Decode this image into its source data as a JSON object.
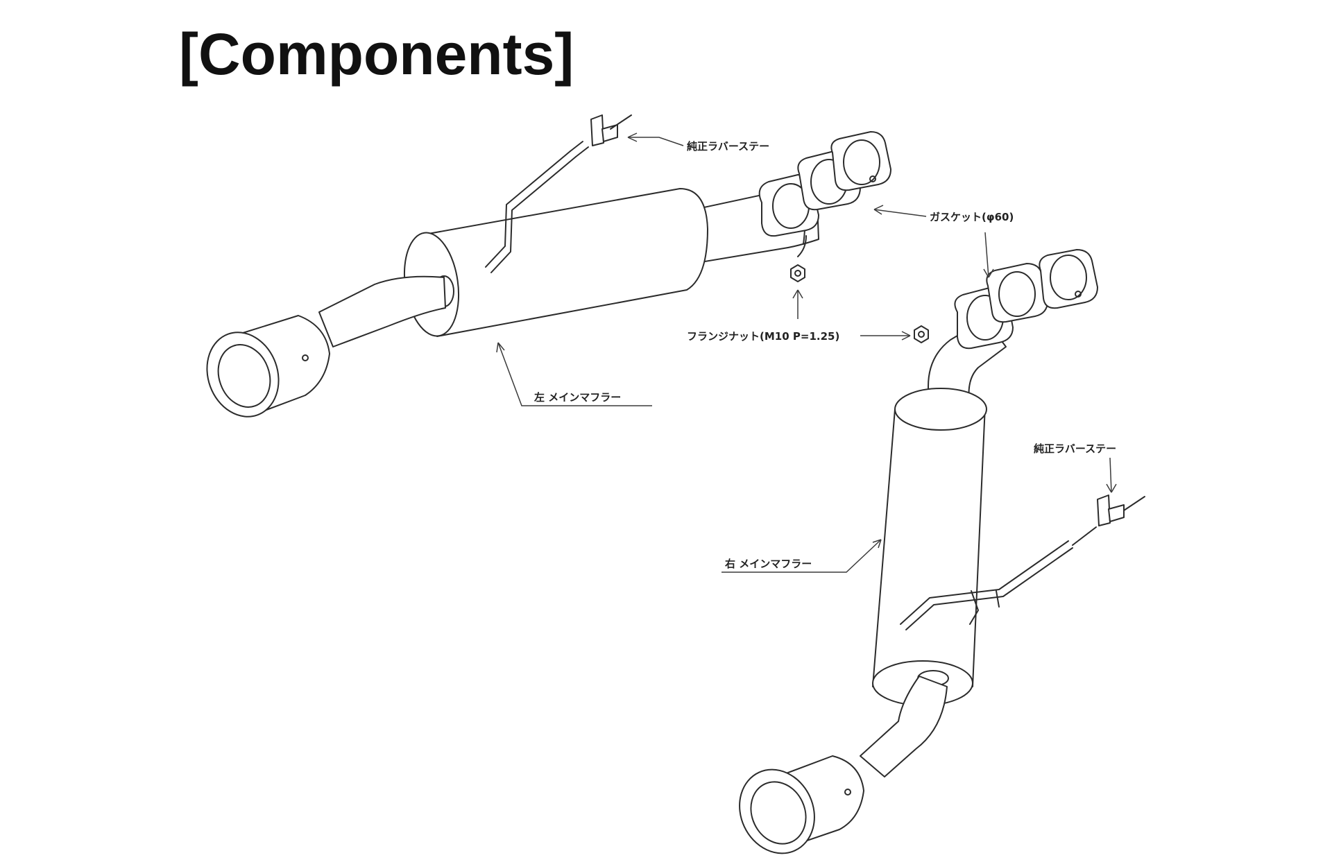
{
  "title": "[Components]",
  "labels": {
    "rubber_stay_left": "純正ラバーステー",
    "gasket": "ガスケット(φ60)",
    "flange_nut": "フランジナット(M10 P=1.25)",
    "left_main_muffler": "左 メインマフラー",
    "right_main_muffler": "右 メインマフラー",
    "rubber_stay_right": "純正ラバーステー"
  }
}
